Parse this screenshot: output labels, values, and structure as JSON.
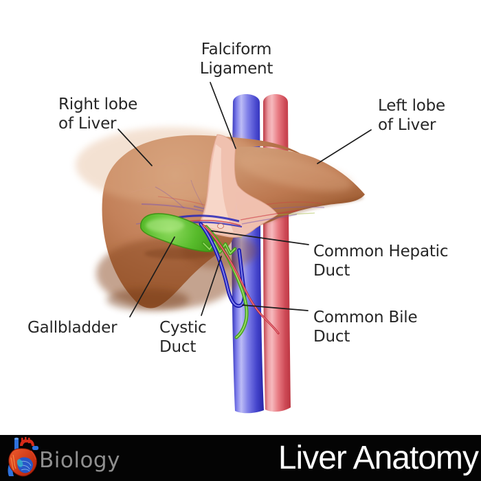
{
  "diagram": {
    "name": "Liver anatomy illustration",
    "labels": {
      "falciform_ligament": {
        "line1": "Falciform",
        "line2": "Ligament"
      },
      "right_lobe": {
        "line1": "Right lobe",
        "line2": "of Liver"
      },
      "left_lobe": {
        "line1": "Left lobe",
        "line2": "of Liver"
      },
      "common_hepatic_duct": {
        "line1": "Common Hepatic",
        "line2": "Duct"
      },
      "common_bile_duct": {
        "line1": "Common Bile",
        "line2": "Duct"
      },
      "gallbladder": {
        "line1": "Gallbladder"
      },
      "cystic_duct": {
        "line1": "Cystic",
        "line2": "Duct"
      }
    },
    "structures": [
      {
        "name": "liver",
        "color": "#bd7a52"
      },
      {
        "name": "falciform-ligament",
        "color": "#f2c3b2"
      },
      {
        "name": "gallbladder",
        "color": "#56bd2b"
      },
      {
        "name": "inferior-vena-cava",
        "color": "#4d4dd2"
      },
      {
        "name": "aorta",
        "color": "#e4747c"
      },
      {
        "name": "bile-duct",
        "color": "#46a51e"
      },
      {
        "name": "hepatic-artery",
        "color": "#c02433"
      },
      {
        "name": "portal-vein",
        "color": "#1c1cb0"
      }
    ]
  },
  "footer": {
    "brand": "Biology",
    "title": "Liver Anatomy",
    "brand_color": "#8f8f8f",
    "title_color": "#ffffff",
    "bar_color": "#040404",
    "logo": "anatomical-heart-icon"
  }
}
